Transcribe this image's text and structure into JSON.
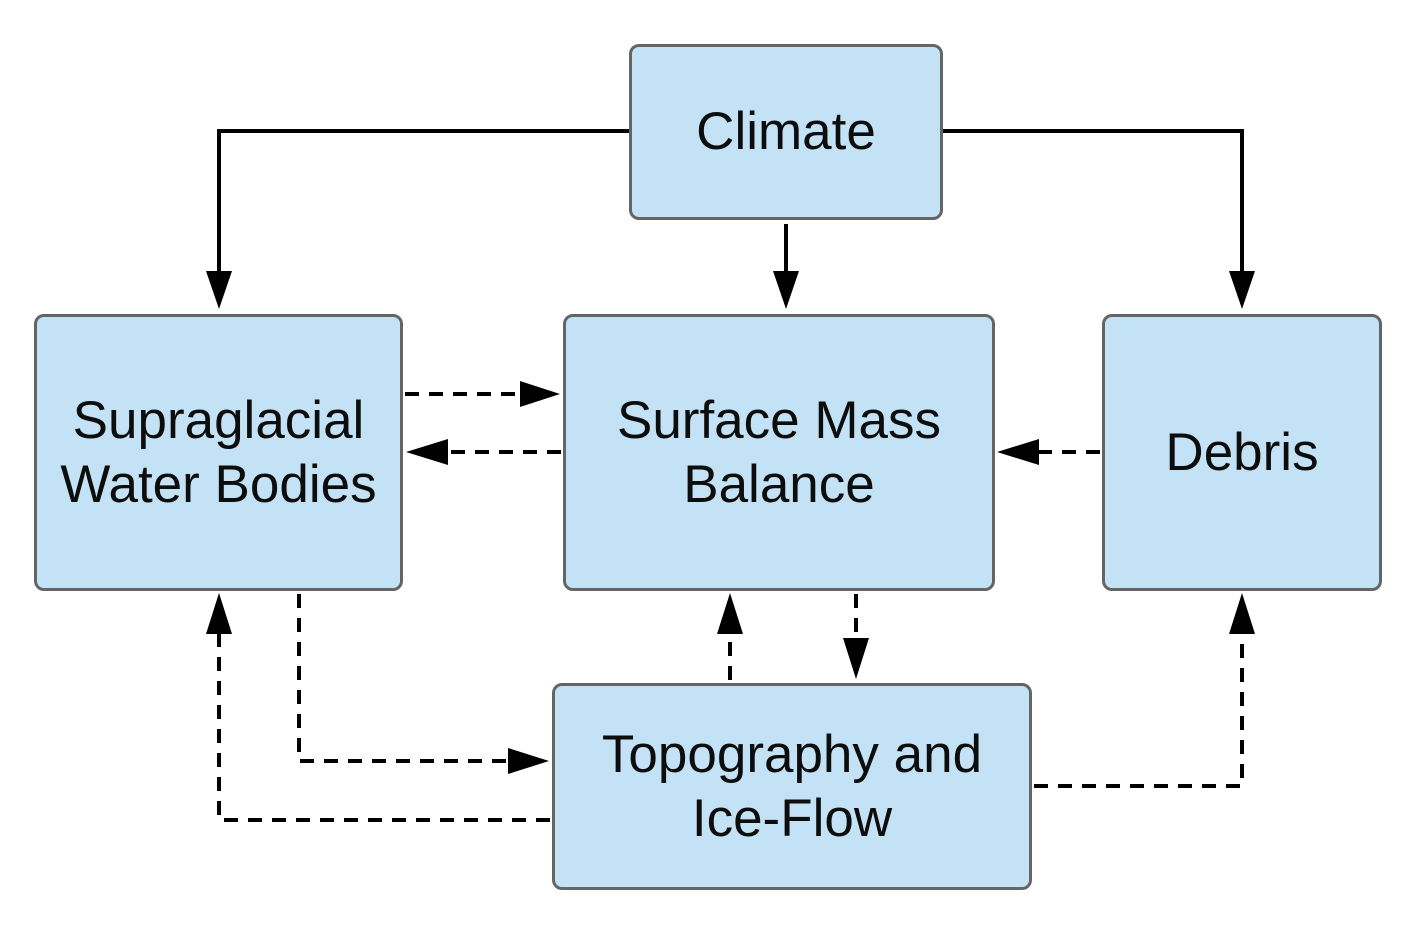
{
  "nodes": {
    "climate": {
      "line1": "Climate"
    },
    "supraglacial": {
      "line1": "Supraglacial",
      "line2": "Water Bodies"
    },
    "smb": {
      "line1": "Surface Mass",
      "line2": "Balance"
    },
    "debris": {
      "line1": "Debris"
    },
    "topography": {
      "line1": "Topography and",
      "line2": "Ice-Flow"
    }
  },
  "edges": [
    {
      "from": "Climate",
      "to": "Supraglacial Water Bodies",
      "style": "solid"
    },
    {
      "from": "Climate",
      "to": "Surface Mass Balance",
      "style": "solid"
    },
    {
      "from": "Climate",
      "to": "Debris",
      "style": "solid"
    },
    {
      "from": "Supraglacial Water Bodies",
      "to": "Surface Mass Balance",
      "style": "dashed"
    },
    {
      "from": "Surface Mass Balance",
      "to": "Supraglacial Water Bodies",
      "style": "dashed"
    },
    {
      "from": "Debris",
      "to": "Surface Mass Balance",
      "style": "dashed"
    },
    {
      "from": "Surface Mass Balance",
      "to": "Topography and Ice-Flow",
      "style": "dashed"
    },
    {
      "from": "Topography and Ice-Flow",
      "to": "Surface Mass Balance",
      "style": "dashed"
    },
    {
      "from": "Supraglacial Water Bodies",
      "to": "Topography and Ice-Flow",
      "style": "dashed"
    },
    {
      "from": "Topography and Ice-Flow",
      "to": "Supraglacial Water Bodies",
      "style": "dashed"
    },
    {
      "from": "Topography and Ice-Flow",
      "to": "Debris",
      "style": "dashed"
    }
  ],
  "colors": {
    "box_fill": "#c4e2f5",
    "box_border": "#656565",
    "arrow": "#000000",
    "text": "#0d0d0d"
  }
}
